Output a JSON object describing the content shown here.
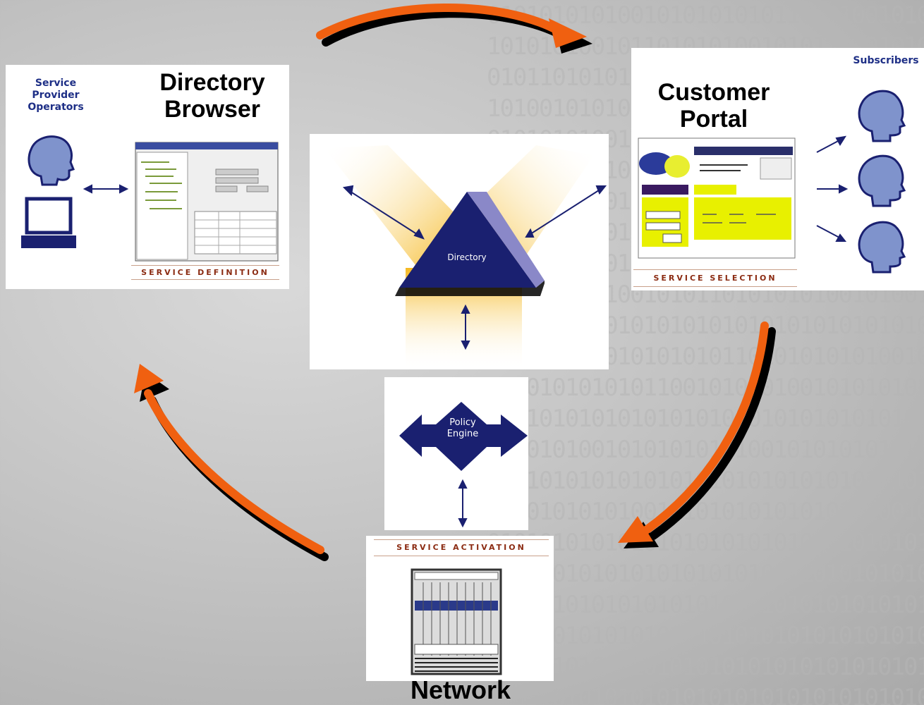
{
  "labels": {
    "directory_browser": "Directory\nBrowser",
    "customer_portal": "Customer\nPortal",
    "network": "Network",
    "operators": "Service\nProvider\nOperators",
    "subscribers": "Subscribers",
    "directory": "Directory",
    "policy_engine": "Policy\nEngine"
  },
  "captions": {
    "service_definition": "SERVICE DEFINITION",
    "service_selection": "SERVICE SELECTION",
    "service_activation": "SERVICE ACTIVATION"
  },
  "colors": {
    "arrow_orange": "#f06010",
    "arrow_shadow": "#000000",
    "navy": "#1a2070",
    "caption_red": "#8b2b12",
    "glow_yellow": "#f5b820"
  }
}
